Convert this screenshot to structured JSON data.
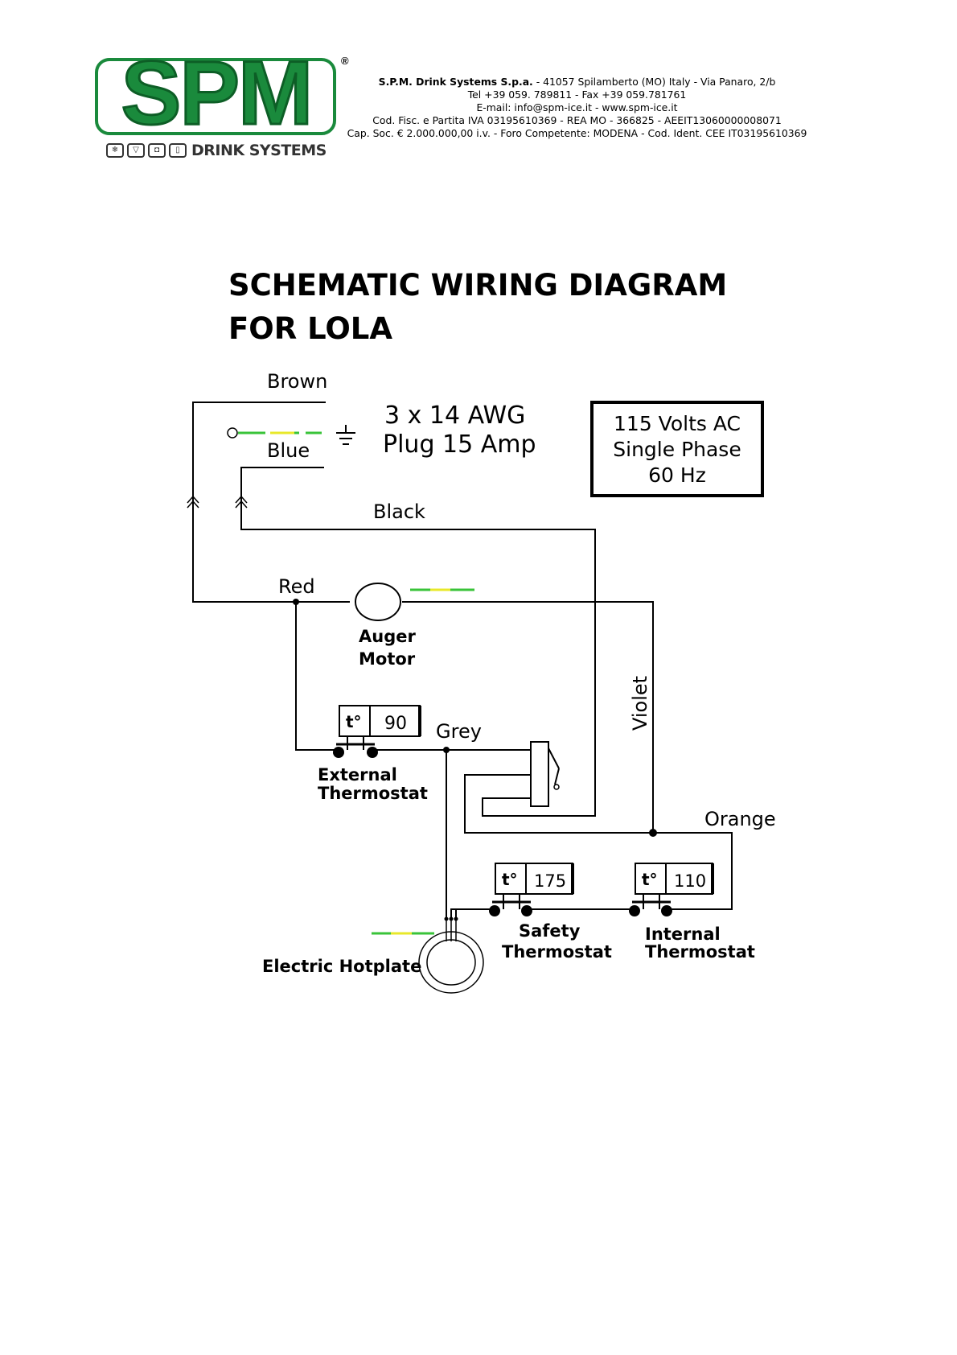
{
  "header": {
    "logo_text": "SPM",
    "registered_mark": "®",
    "logo_subtitle": "DRINK SYSTEMS",
    "company_name": "S.P.M. Drink Systems S.p.a.",
    "address": " - 41057 Spilamberto (MO) Italy - Via Panaro, 2/b",
    "phone": "Tel +39 059. 789811 - Fax +39 059.781761",
    "email_web": "E-mail: info@spm-ice.it  - www.spm-ice.it",
    "fiscal": "Cod. Fisc. e Partita IVA 03195610369 - REA MO - 366825 - AEEIT13060000008071",
    "capital": "Cap. Soc. € 2.000.000,00 i.v. - Foro Competente: MODENA - Cod. Ident. CEE IT03195610369"
  },
  "title": {
    "line1": "SCHEMATIC WIRING DIAGRAM",
    "line2": "FOR  LOLA"
  },
  "diagram": {
    "wire_labels": {
      "brown": "Brown",
      "blue": "Blue",
      "black": "Black",
      "red": "Red",
      "grey": "Grey",
      "violet": "Violet",
      "orange": "Orange"
    },
    "cable_line1": "3 x 14 AWG",
    "cable_line2": "Plug  15 Amp",
    "power_line1": "115 Volts AC",
    "power_line2": "Single Phase",
    "power_line3": "60 Hz",
    "auger_line1": "Auger",
    "auger_line2": "Motor",
    "ext_therm_line1": "External",
    "ext_therm_line2": "Thermostat",
    "safety_line1": "Safety",
    "safety_line2": "Thermostat",
    "internal_line1": "Internal",
    "internal_line2": "Thermostat",
    "hotplate": "Electric Hotplate",
    "temp_symbol": "t°",
    "ext_temp": "90",
    "safety_temp": "175",
    "internal_temp": "110"
  },
  "colors": {
    "logo_green": "#1a8a3c",
    "ground_green": "#39c339",
    "ground_yellow": "#e8e82a"
  }
}
